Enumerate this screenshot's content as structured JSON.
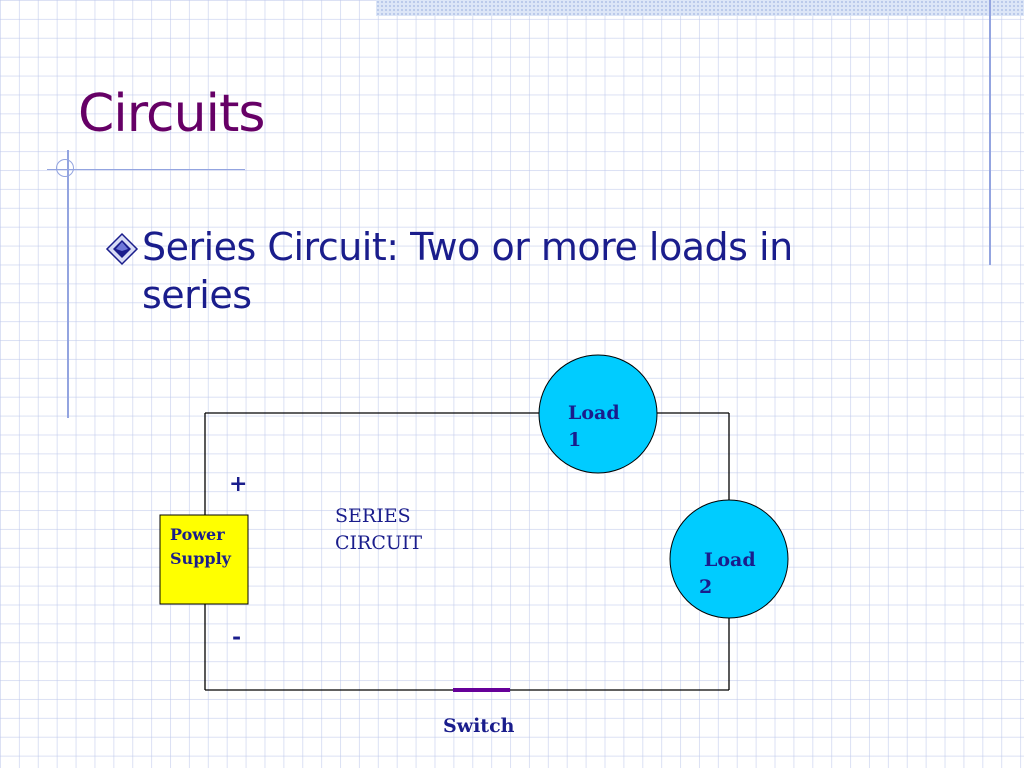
{
  "slide": {
    "title": "Circuits",
    "bullet": "Series Circuit: Two or more loads in series"
  },
  "diagram": {
    "power_supply": {
      "line1": "Power",
      "line2": "Supply",
      "color": "#ffff00"
    },
    "plus_sign": "+",
    "minus_sign": "-",
    "caption": {
      "line1": "SERIES",
      "line2": "CIRCUIT"
    },
    "load1": {
      "line1": "Load",
      "line2": "1",
      "color": "#00ccff"
    },
    "load2": {
      "line1": "Load",
      "line2": "2",
      "color": "#00ccff"
    },
    "switch_label": "Switch",
    "switch_color": "#660099"
  },
  "colors": {
    "title": "#660066",
    "text": "#1a1d8c",
    "accent_lines": "#93a4e0"
  }
}
